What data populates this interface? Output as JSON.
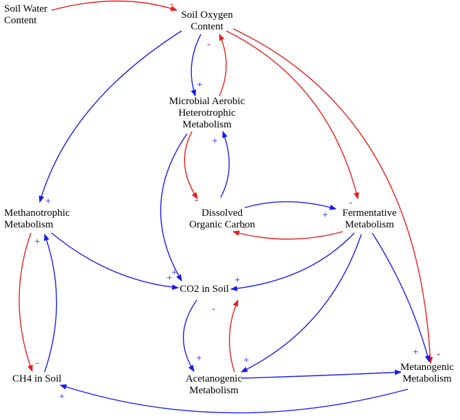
{
  "nodes": {
    "soil_water": [
      "Soil Water",
      "Content"
    ],
    "soil_oxygen": [
      "Soil Oxygen",
      "Content"
    ],
    "microbial": [
      "Microbial Aerobic",
      "Heterotrophic",
      "Metabolism"
    ],
    "doc": [
      "Dissolved",
      "Organic Carbon"
    ],
    "fermentative": [
      "Fermentative",
      "Metabolism"
    ],
    "methanotrophic": [
      "Methanotrophic",
      "Metabolism"
    ],
    "co2": [
      "CO2 in Soil"
    ],
    "ch4": [
      "CH4 in Soil"
    ],
    "acetanogenic": [
      "Acetanogenic",
      "Metabolism"
    ],
    "metanogenic": [
      "Metanogenic",
      "Metabolism"
    ]
  },
  "colors": {
    "positive": "#1a1aee",
    "negative": "#e81a1a"
  },
  "links": [
    {
      "id": "water-to-oxygen",
      "sign": "-"
    },
    {
      "id": "oxygen-to-microbial",
      "sign": "+"
    },
    {
      "id": "microbial-to-oxygen",
      "sign": "-"
    },
    {
      "id": "oxygen-to-methanotrophic",
      "sign": "+"
    },
    {
      "id": "oxygen-to-fermentative",
      "sign": "-"
    },
    {
      "id": "oxygen-to-metanogenic",
      "sign": "-"
    },
    {
      "id": "microbial-to-doc",
      "sign": "-"
    },
    {
      "id": "doc-to-microbial",
      "sign": "+"
    },
    {
      "id": "microbial-to-co2",
      "sign": "+"
    },
    {
      "id": "doc-to-fermentative",
      "sign": "+"
    },
    {
      "id": "fermentative-to-doc",
      "sign": "-"
    },
    {
      "id": "fermentative-to-co2",
      "sign": "+"
    },
    {
      "id": "fermentative-to-acetanogenic",
      "sign": "+"
    },
    {
      "id": "fermentative-to-metanogenic",
      "sign": "+"
    },
    {
      "id": "methanotrophic-to-co2",
      "sign": "+"
    },
    {
      "id": "methanotrophic-to-ch4",
      "sign": "-"
    },
    {
      "id": "ch4-to-methanotrophic",
      "sign": "+"
    },
    {
      "id": "co2-to-acetanogenic",
      "sign": "+"
    },
    {
      "id": "acetanogenic-to-co2",
      "sign": "-"
    },
    {
      "id": "acetanogenic-to-metanogenic",
      "sign": "+"
    },
    {
      "id": "metanogenic-to-ch4",
      "sign": "+"
    }
  ]
}
